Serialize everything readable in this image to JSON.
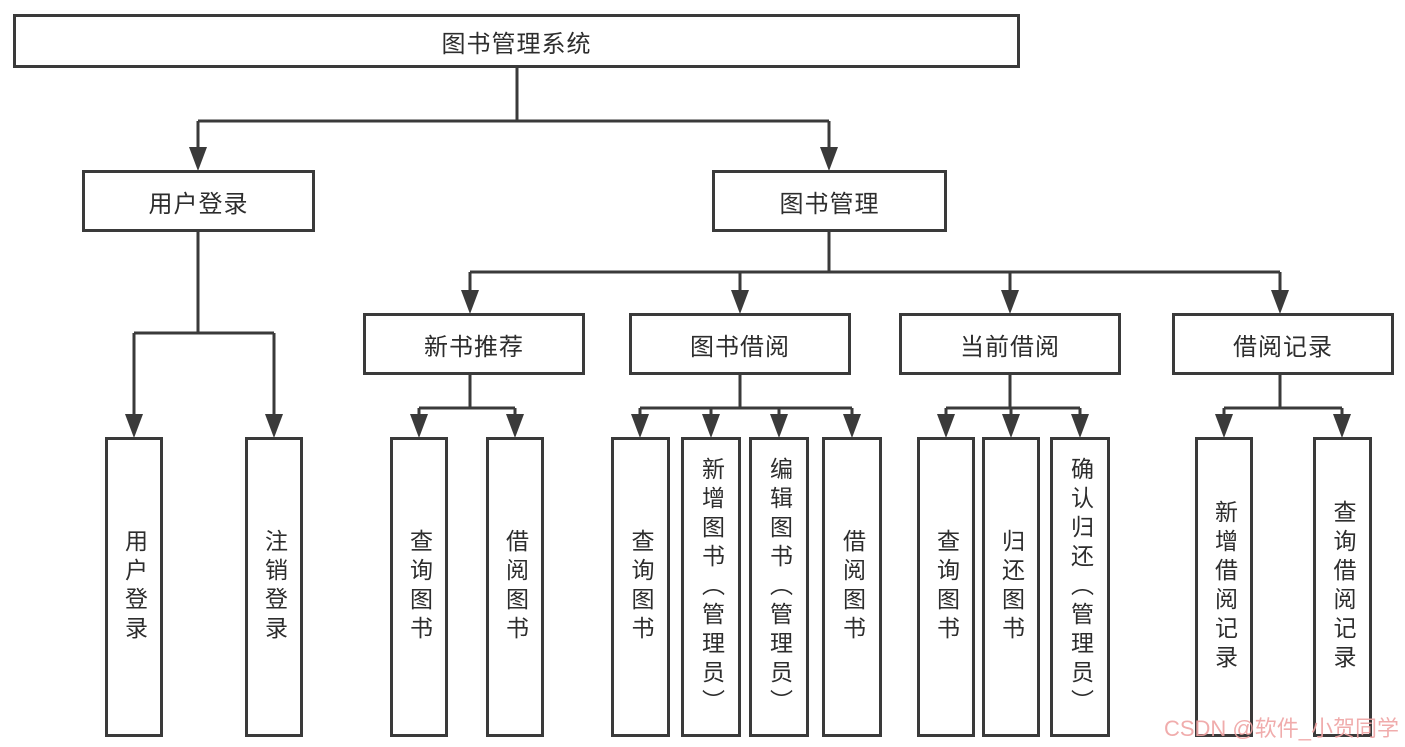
{
  "diagram": {
    "kind": "hierarchy-chart",
    "tree": {
      "label": "图书管理系统",
      "children": [
        {
          "label": "用户登录",
          "children": [
            {
              "label": "用户登录"
            },
            {
              "label": "注销登录"
            }
          ]
        },
        {
          "label": "图书管理",
          "children": [
            {
              "label": "新书推荐",
              "children": [
                {
                  "label": "查询图书"
                },
                {
                  "label": "借阅图书"
                }
              ]
            },
            {
              "label": "图书借阅",
              "children": [
                {
                  "label": "查询图书"
                },
                {
                  "label": "新增图书（管理员）"
                },
                {
                  "label": "编辑图书（管理员）"
                },
                {
                  "label": "借阅图书"
                }
              ]
            },
            {
              "label": "当前借阅",
              "children": [
                {
                  "label": "查询图书"
                },
                {
                  "label": "归还图书"
                },
                {
                  "label": "确认归还（管理员）"
                }
              ]
            },
            {
              "label": "借阅记录",
              "children": [
                {
                  "label": "新增借阅记录"
                },
                {
                  "label": "查询借阅记录"
                }
              ]
            }
          ]
        }
      ]
    }
  },
  "watermark": {
    "text": "CSDN @软件_小贺同学"
  },
  "colors": {
    "line": "#3a3a3a",
    "text": "#2d2d2d",
    "background": "#ffffff",
    "watermark": "#efa4a4"
  }
}
